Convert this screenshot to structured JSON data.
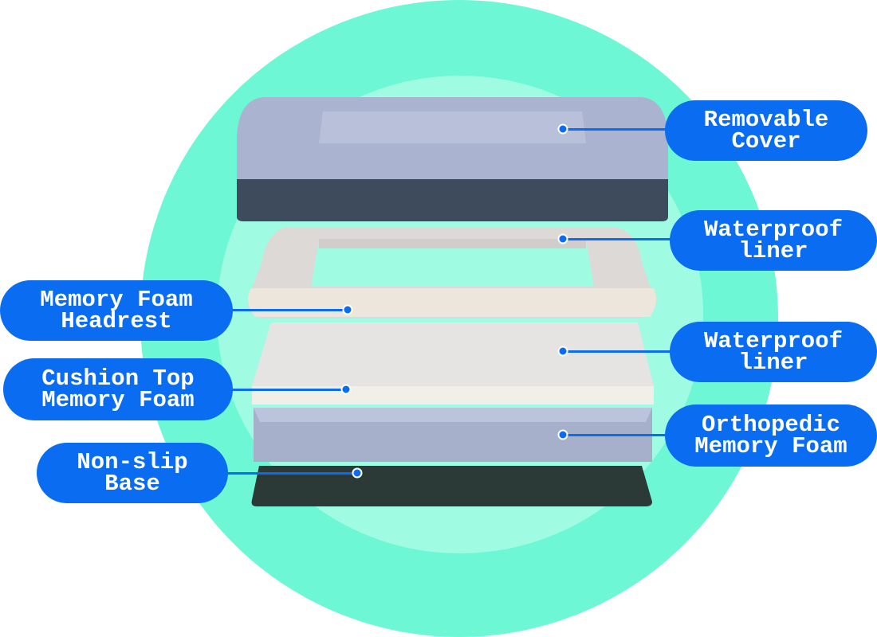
{
  "colors": {
    "accent": "#0a6cf0",
    "circle_outer": "#6ef7d4",
    "circle_inner": "#9ffce3"
  },
  "labels": [
    {
      "text": "Removable\nCover"
    },
    {
      "text": "Waterproof\nliner"
    },
    {
      "text": "Memory Foam\nHeadrest"
    },
    {
      "text": "Waterproof\nliner"
    },
    {
      "text": "Cushion Top\nMemory Foam"
    },
    {
      "text": "Orthopedic\nMemory Foam"
    },
    {
      "text": "Non-slip\nBase"
    }
  ]
}
